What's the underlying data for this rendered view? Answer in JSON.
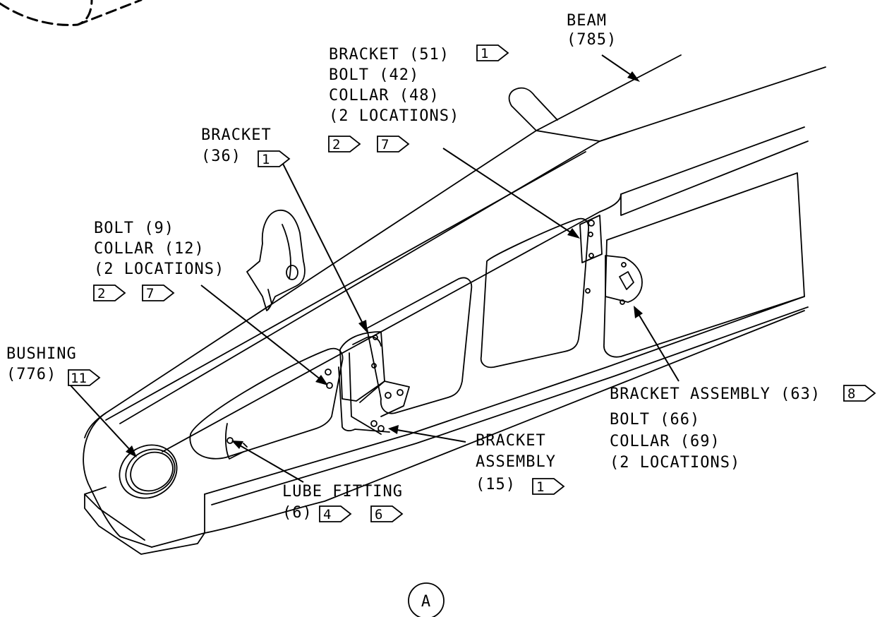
{
  "diagram": {
    "view_label": "A",
    "callouts": {
      "beam": {
        "lines": [
          "BEAM",
          "(785)"
        ],
        "flags": []
      },
      "bracket_51": {
        "lines": [
          "BRACKET (51)",
          "BOLT (42)",
          "COLLAR (48)",
          "(2 LOCATIONS)"
        ],
        "flags": [
          "1",
          "2",
          "7"
        ]
      },
      "bracket_36": {
        "lines": [
          "BRACKET",
          "(36)"
        ],
        "flags": [
          "1"
        ]
      },
      "bolt_9": {
        "lines": [
          "BOLT (9)",
          "COLLAR (12)",
          "(2 LOCATIONS)"
        ],
        "flags": [
          "2",
          "7"
        ]
      },
      "bushing": {
        "lines": [
          "BUSHING",
          "(776)"
        ],
        "flags": [
          "11"
        ]
      },
      "bracket_assembly_63": {
        "lines": [
          "BRACKET ASSEMBLY (63)",
          "BOLT (66)",
          "COLLAR (69)",
          "(2 LOCATIONS)"
        ],
        "flags": [
          "8"
        ]
      },
      "bracket_assembly_15": {
        "lines": [
          "BRACKET",
          "ASSEMBLY",
          "(15)"
        ],
        "flags": [
          "1"
        ]
      },
      "lube_fitting": {
        "lines": [
          "LUBE FITTING",
          "(6)"
        ],
        "flags": [
          "4",
          "6"
        ]
      }
    }
  }
}
